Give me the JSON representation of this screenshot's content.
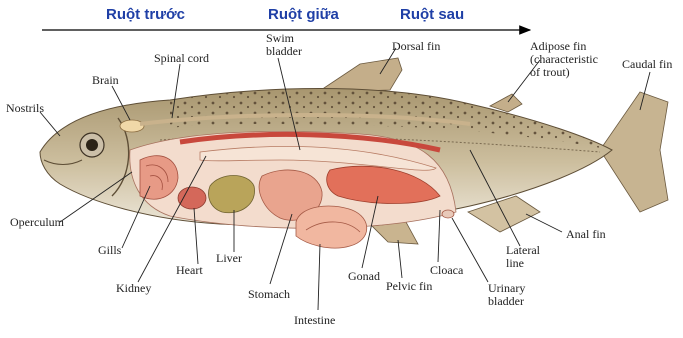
{
  "header": {
    "foregut": "Ruột trước",
    "midgut": "Ruột giữa",
    "hindgut": "Ruột sau",
    "arrow_color": "#000000",
    "text_color": "#1f3fa6"
  },
  "labels": {
    "nostrils": "Nostrils",
    "brain": "Brain",
    "spinal_cord": "Spinal cord",
    "swim_bladder_1": "Swim",
    "swim_bladder_2": "bladder",
    "dorsal_fin": "Dorsal fin",
    "adipose_fin_1": "Adipose fin",
    "adipose_fin_2": "(characteristic",
    "adipose_fin_3": "of trout)",
    "caudal_fin": "Caudal fin",
    "operculum": "Operculum",
    "gills": "Gills",
    "kidney": "Kidney",
    "heart": "Heart",
    "liver": "Liver",
    "stomach": "Stomach",
    "intestine": "Intestine",
    "gonad": "Gonad",
    "pelvic_fin": "Pelvic fin",
    "cloaca": "Cloaca",
    "urinary_bladder_1": "Urinary",
    "urinary_bladder_2": "bladder",
    "lateral_line_1": "Lateral",
    "lateral_line_2": "line",
    "anal_fin": "Anal fin"
  },
  "colors": {
    "fish_back": "#b9a98a",
    "fish_belly": "#e8e2d2",
    "fin": "#c9b595",
    "organ_red": "#d9796a",
    "organ_pink": "#f0b9a3",
    "liver": "#b8a45a",
    "leader_line": "#222222"
  }
}
